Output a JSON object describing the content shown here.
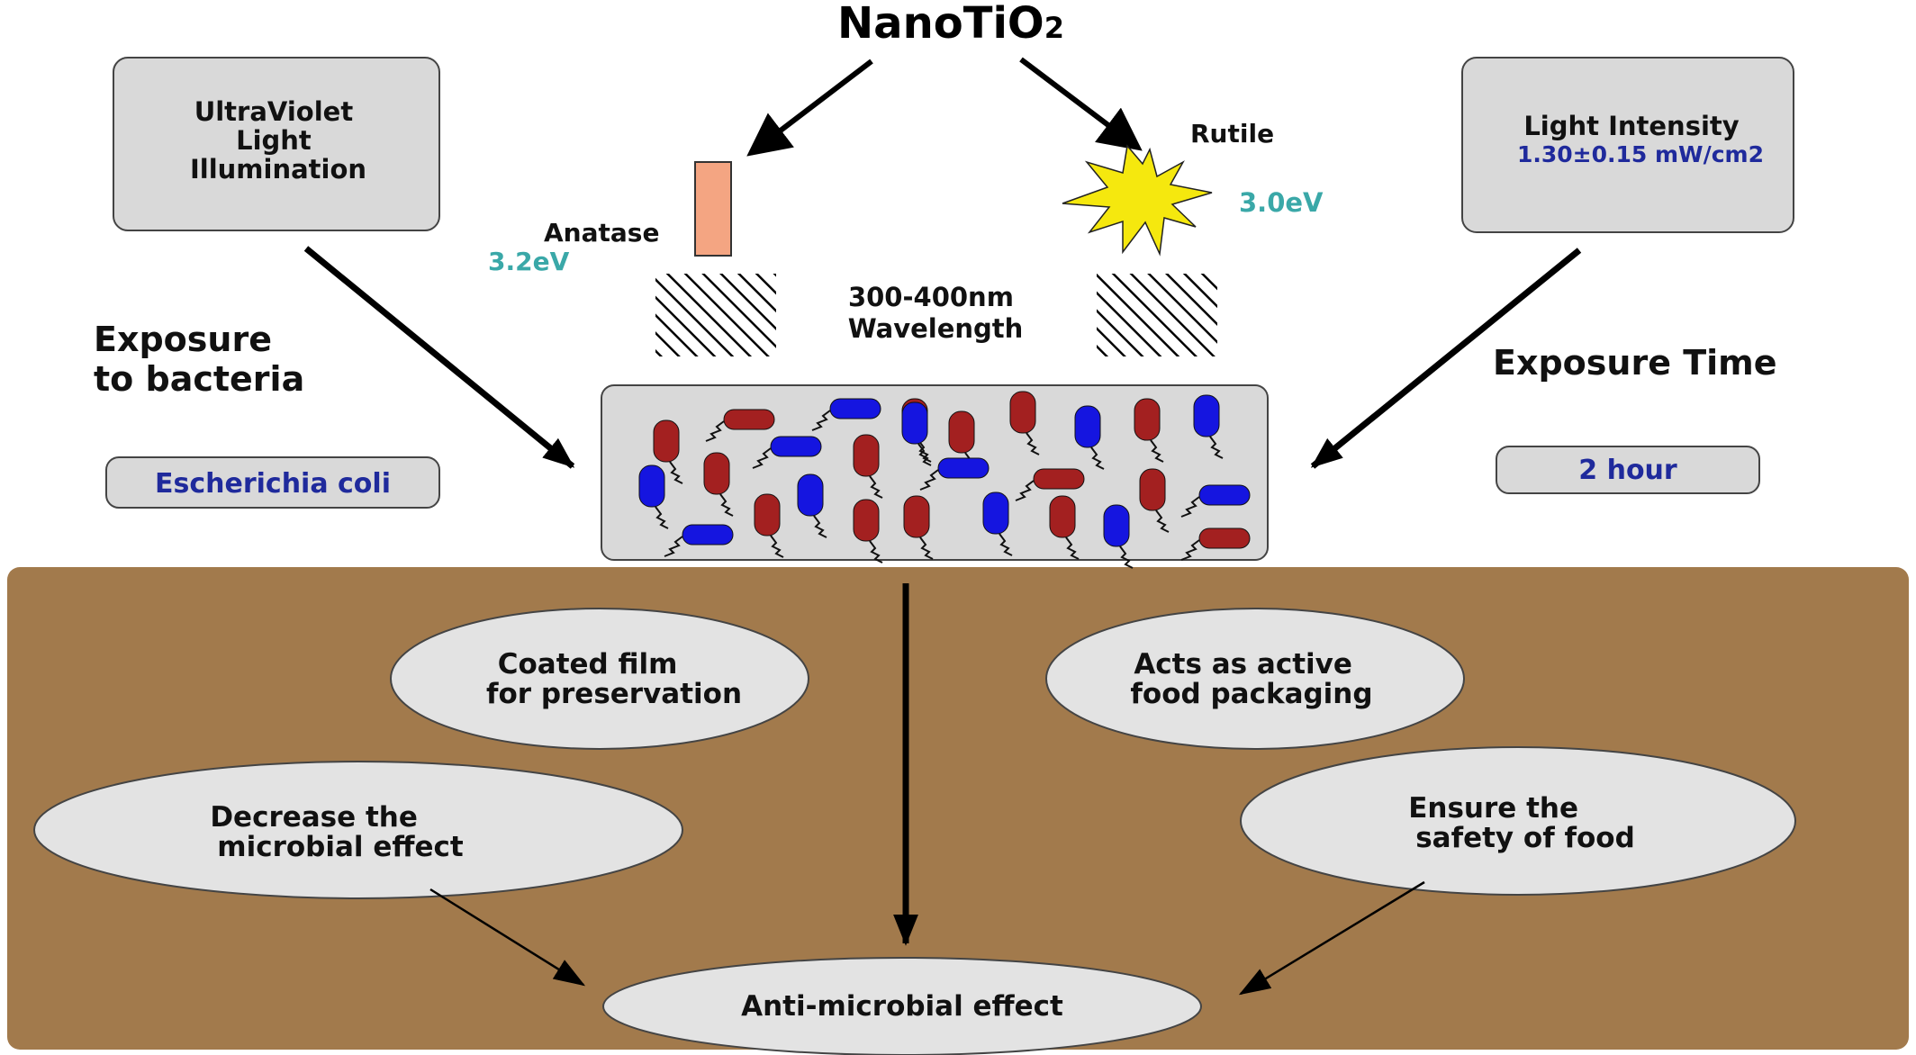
{
  "title": {
    "main": "NanoTiO",
    "sub": "2"
  },
  "uv_box": {
    "lines": [
      "UltraViolet",
      "Light",
      "Illumination"
    ]
  },
  "intensity_box": {
    "title": "Light Intensity",
    "value": "1.30±0.15 mW/cm2"
  },
  "anatase": {
    "label": "Anatase",
    "energy": "3.2eV"
  },
  "rutile": {
    "label": "Rutile",
    "energy": "3.0eV"
  },
  "wavelength": {
    "lines": [
      "300-400nm",
      "Wavelength"
    ]
  },
  "exposure_bacteria": {
    "lines": [
      "Exposure",
      "to bacteria"
    ]
  },
  "bacteria_name": "Escherichia coli",
  "exposure_time": {
    "label": "Exposure Time",
    "value": "2 hour"
  },
  "outcomes": {
    "coated_film": [
      "Coated film",
      "for preservation"
    ],
    "active_packaging": [
      "Acts as active",
      "food packaging"
    ],
    "decrease_microbial": [
      "Decrease the",
      "microbial effect"
    ],
    "food_safety": [
      "Ensure the",
      "safety of food"
    ],
    "anti_microbial": "Anti-microbial effect"
  },
  "colors": {
    "panel_bg": "#a27a4c",
    "box_fill": "#d9d9d9",
    "ellipse_fill": "#e3e3e3",
    "energy_text": "#3aa8a8",
    "name_text": "#1f2a9c",
    "bacteria_red": "#a32020",
    "bacteria_blue": "#1515e0",
    "anatase_fill": "#f4a582",
    "rutile_fill": "#f5e80e"
  }
}
